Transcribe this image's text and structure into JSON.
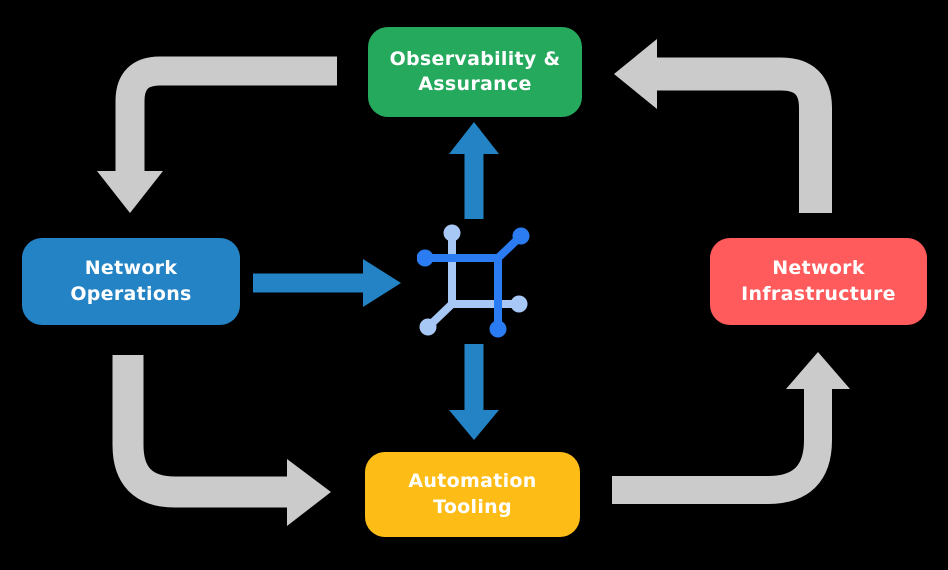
{
  "diagram": {
    "nodes": {
      "observability": {
        "line1": "Observability &",
        "line2": "Assurance"
      },
      "operations": {
        "line1": "Network",
        "line2": "Operations"
      },
      "infrastructure": {
        "line1": "Network",
        "line2": "Infrastructure"
      },
      "automation": {
        "line1": "Automation",
        "line2": "Tooling"
      }
    },
    "icons": {
      "center": "network-automation-icon"
    },
    "flows": [
      {
        "from": "observability",
        "to": "operations",
        "style": "gray-elbow"
      },
      {
        "from": "operations",
        "to": "automation",
        "style": "gray-elbow"
      },
      {
        "from": "automation",
        "to": "infrastructure",
        "style": "gray-elbow"
      },
      {
        "from": "infrastructure",
        "to": "observability",
        "style": "gray-elbow"
      },
      {
        "from": "operations",
        "to": "center-icon",
        "style": "blue-straight"
      },
      {
        "from": "center-icon",
        "to": "observability",
        "style": "blue-straight"
      },
      {
        "from": "center-icon",
        "to": "automation",
        "style": "blue-straight"
      }
    ],
    "colors": {
      "background": "#000000",
      "green": "#25A95C",
      "blue": "#2383C4",
      "red": "#FF5A5C",
      "yellow": "#FDBD16",
      "arrow-gray": "#CBCBCB",
      "arrow-blue": "#2383C4",
      "icon-dark": "#2B7CF2",
      "icon-light": "#A7C7F5",
      "text": "#FFFFFF"
    }
  }
}
